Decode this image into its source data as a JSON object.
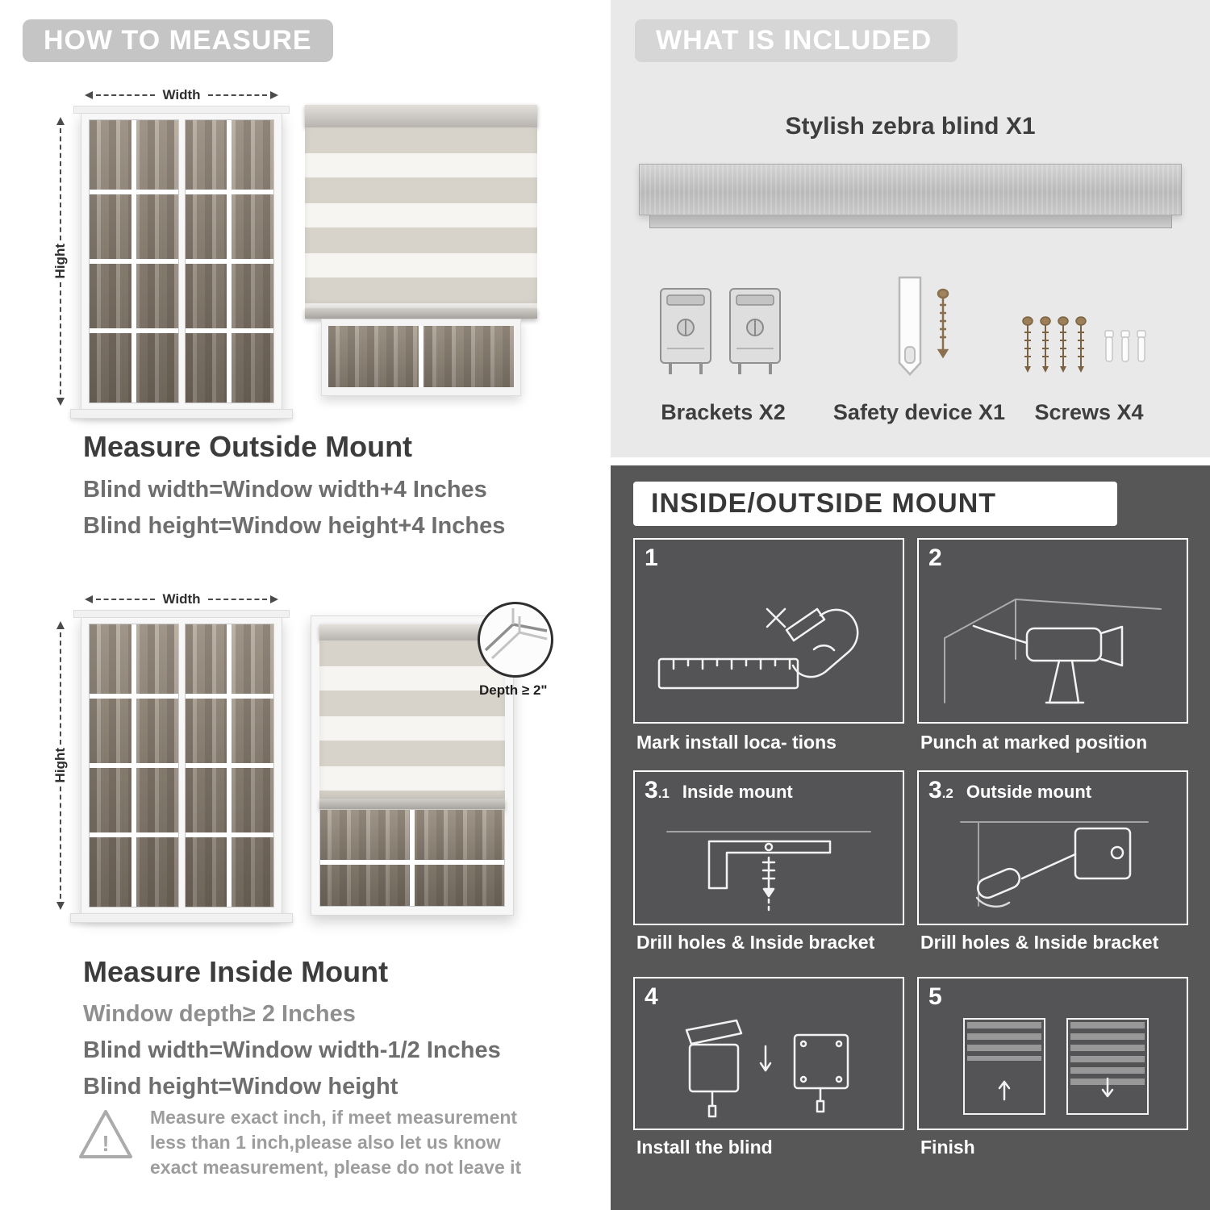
{
  "colors": {
    "band_gray": "#c5c5c5",
    "light_bg": "#e9e9e9",
    "included_band": "#d6d6d6",
    "dark_bg": "#575757",
    "heading_text": "#3c3c3c",
    "body_text": "#6e6e6e"
  },
  "left": {
    "header": "HOW TO MEASURE",
    "outside": {
      "width_label": "Width",
      "height_label": "Hight",
      "heading": "Measure Outside Mount",
      "line1": "Blind width=Window width+4 Inches",
      "line2": "Blind height=Window height+4 Inches"
    },
    "inside": {
      "width_label": "Width",
      "height_label": "Hight",
      "depth_callout": "Depth ≥ 2\"",
      "heading": "Measure Inside Mount",
      "line1": "Window depth≥ 2 Inches",
      "line2": "Blind width=Window width-1/2 Inches",
      "line3": "Blind height=Window height"
    },
    "warning": {
      "symbol": "!",
      "text": "Measure exact inch, if meet measurement less than 1 inch,please also let us know exact measurement, please do not leave it"
    }
  },
  "right": {
    "included": {
      "header": "WHAT IS INCLUDED",
      "product_label": "Stylish zebra blind X1",
      "items": [
        {
          "label": "Brackets X2",
          "icon": "brackets-icon"
        },
        {
          "label": "Safety device X1",
          "icon": "safety-device-icon"
        },
        {
          "label": "Screws X4",
          "icon": "screws-icon"
        }
      ]
    },
    "mount": {
      "header": "INSIDE/OUTSIDE MOUNT",
      "steps": [
        {
          "num": "1",
          "sub": "",
          "label": "",
          "caption": "Mark install loca- tions"
        },
        {
          "num": "2",
          "sub": "",
          "label": "",
          "caption": "Punch at  marked position"
        },
        {
          "num": "3",
          "sub": ".1",
          "label": "Inside mount",
          "caption": "Drill holes &  Inside bracket"
        },
        {
          "num": "3",
          "sub": ".2",
          "label": "Outside mount",
          "caption": "Drill holes &  Inside bracket"
        },
        {
          "num": "4",
          "sub": "",
          "label": "",
          "caption": "Install the blind"
        },
        {
          "num": "5",
          "sub": "",
          "label": "",
          "caption": "Finish"
        }
      ]
    }
  }
}
